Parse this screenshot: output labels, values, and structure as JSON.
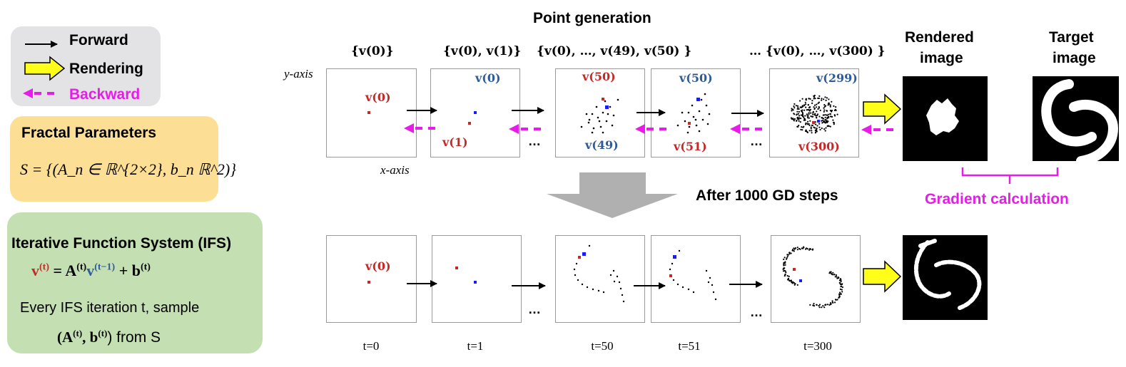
{
  "legend": {
    "forward": "Forward",
    "rendering": "Rendering",
    "backward": "Backward"
  },
  "params": {
    "title": "Fractal Parameters",
    "formula": "S = {(A_n ∈ ℝ^{2×2}, b_n ℝ^2)}"
  },
  "ifs": {
    "title": "Iterative Function System (IFS)",
    "eq_lhs": "v",
    "eq_lhs_sup": "(t)",
    "eq_mid": " = A",
    "eq_mid_sup": "(t)",
    "eq_v": "v",
    "eq_v_sup": "(t−1)",
    "eq_plus": " + b",
    "eq_plus_sup": "(t)",
    "desc1": "Every IFS iteration t, sample",
    "desc2_pre": "(A",
    "desc2_sup1": "(t)",
    "desc2_mid": ", b",
    "desc2_sup2": "(t)",
    "desc2_post": ") from S"
  },
  "headers": {
    "point_generation": "Point generation",
    "after_gd": "After 1000 GD steps",
    "rendered_1": "Rendered",
    "rendered_2": "image",
    "target_1": "Target",
    "target_2": "image",
    "gradient": "Gradient calculation"
  },
  "axes": {
    "y": "y-axis",
    "x": "x-axis"
  },
  "sets": {
    "s0": "{v(0)}",
    "s1": "{v(0), v(1)}",
    "s50": "{v(0), …, v(49), v(50) }",
    "s300": "… {v(0), …, v(300) }"
  },
  "panel_labels": {
    "p0": "v(0)",
    "p1_top": "v(0)",
    "p1_bot": "v(1)",
    "p50_top": "v(50)",
    "p50_bot": "v(49)",
    "p51_top": "v(50)",
    "p51_bot": "v(51)",
    "p300_top": "v(299)",
    "p300_bot": "v(300)",
    "b0": "v(0)"
  },
  "ellipsis": "…",
  "time_labels": [
    "t=0",
    "t=1",
    "t=50",
    "t=51",
    "t=300"
  ],
  "colors": {
    "red": "#c62828",
    "blue": "#2e5c9a",
    "magenta": "#e81ce8",
    "yellow": "#ffff1a",
    "arrowgray": "#b0b0b0"
  }
}
